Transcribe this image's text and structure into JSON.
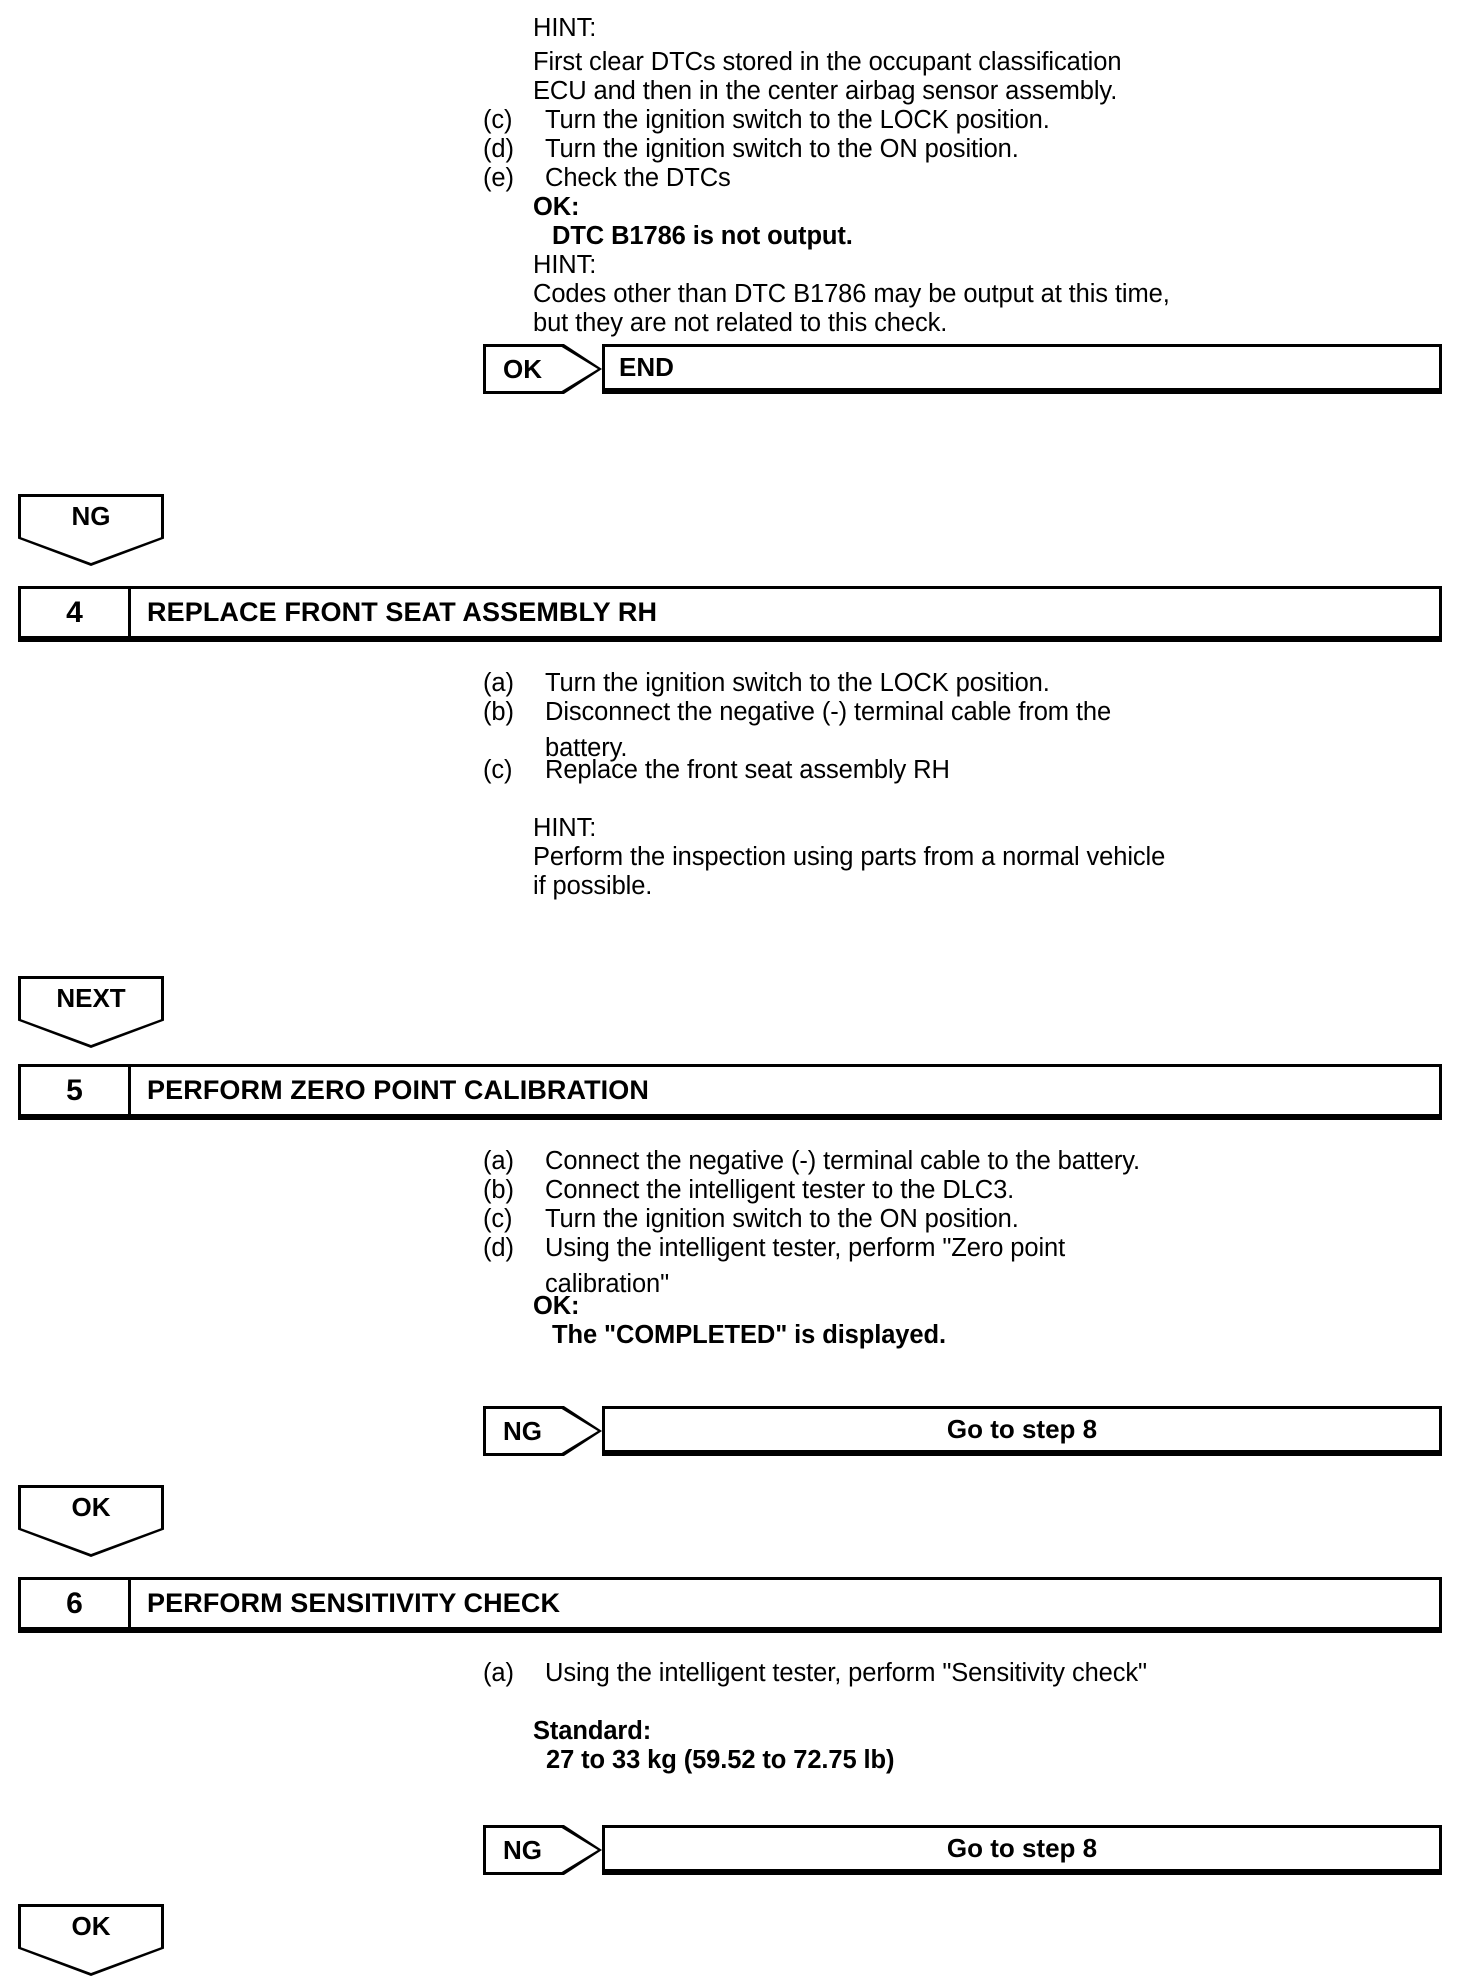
{
  "document": {
    "type": "automotive-diagnostic-flowchart",
    "title": "SRS Occupant Classification Diagnostic Procedure"
  },
  "step3_tail": {
    "hint_label": "HINT:",
    "hint_lines": [
      "First clear DTCs stored in the occupant classification",
      "ECU and then in the center airbag sensor assembly."
    ],
    "items": [
      {
        "label": "(c)",
        "text": "Turn the ignition switch to the LOCK position."
      },
      {
        "label": "(d)",
        "text": "Turn the ignition switch to the ON position."
      },
      {
        "label": "(e)",
        "text": "Check the DTCs"
      }
    ],
    "ok_label": "OK:",
    "ok_value": "DTC B1786 is not output.",
    "hint2_label": "HINT:",
    "hint2_lines": [
      "Codes other than DTC B1786 may be output at this time,",
      "but they are not related to this check."
    ],
    "result": {
      "tag": "OK",
      "box": "END"
    },
    "branch": "NG"
  },
  "step4": {
    "number": "4",
    "title": "REPLACE FRONT SEAT ASSEMBLY RH",
    "items": [
      {
        "label": "(a)",
        "text": "Turn the ignition switch to the LOCK position."
      },
      {
        "label": "(b)",
        "text": "Disconnect the negative (-) terminal cable from the\nbattery."
      },
      {
        "label": "(c)",
        "text": "Replace the front seat assembly RH"
      }
    ],
    "hint_label": "HINT:",
    "hint_lines": [
      "Perform the inspection using parts from a normal vehicle",
      "if possible."
    ],
    "branch": "NEXT"
  },
  "step5": {
    "number": "5",
    "title": "PERFORM ZERO POINT CALIBRATION",
    "items": [
      {
        "label": "(a)",
        "text": "Connect the negative (-) terminal cable to the battery."
      },
      {
        "label": "(b)",
        "text": "Connect the intelligent tester to the DLC3."
      },
      {
        "label": "(c)",
        "text": "Turn the ignition switch to the ON position."
      },
      {
        "label": "(d)",
        "text": "Using the intelligent tester, perform \"Zero point\ncalibration\""
      }
    ],
    "ok_label": "OK:",
    "ok_value": "The \"COMPLETED\" is displayed.",
    "result": {
      "tag": "NG",
      "box": "Go to step 8"
    },
    "branch": "OK"
  },
  "step6": {
    "number": "6",
    "title": "PERFORM SENSITIVITY CHECK",
    "items": [
      {
        "label": "(a)",
        "text": "Using the intelligent tester, perform \"Sensitivity check\""
      }
    ],
    "standard_label": "Standard:",
    "standard_value": "27 to 33 kg (59.52 to 72.75 lb)",
    "result": {
      "tag": "NG",
      "box": "Go to step 8"
    },
    "branch": "OK"
  }
}
